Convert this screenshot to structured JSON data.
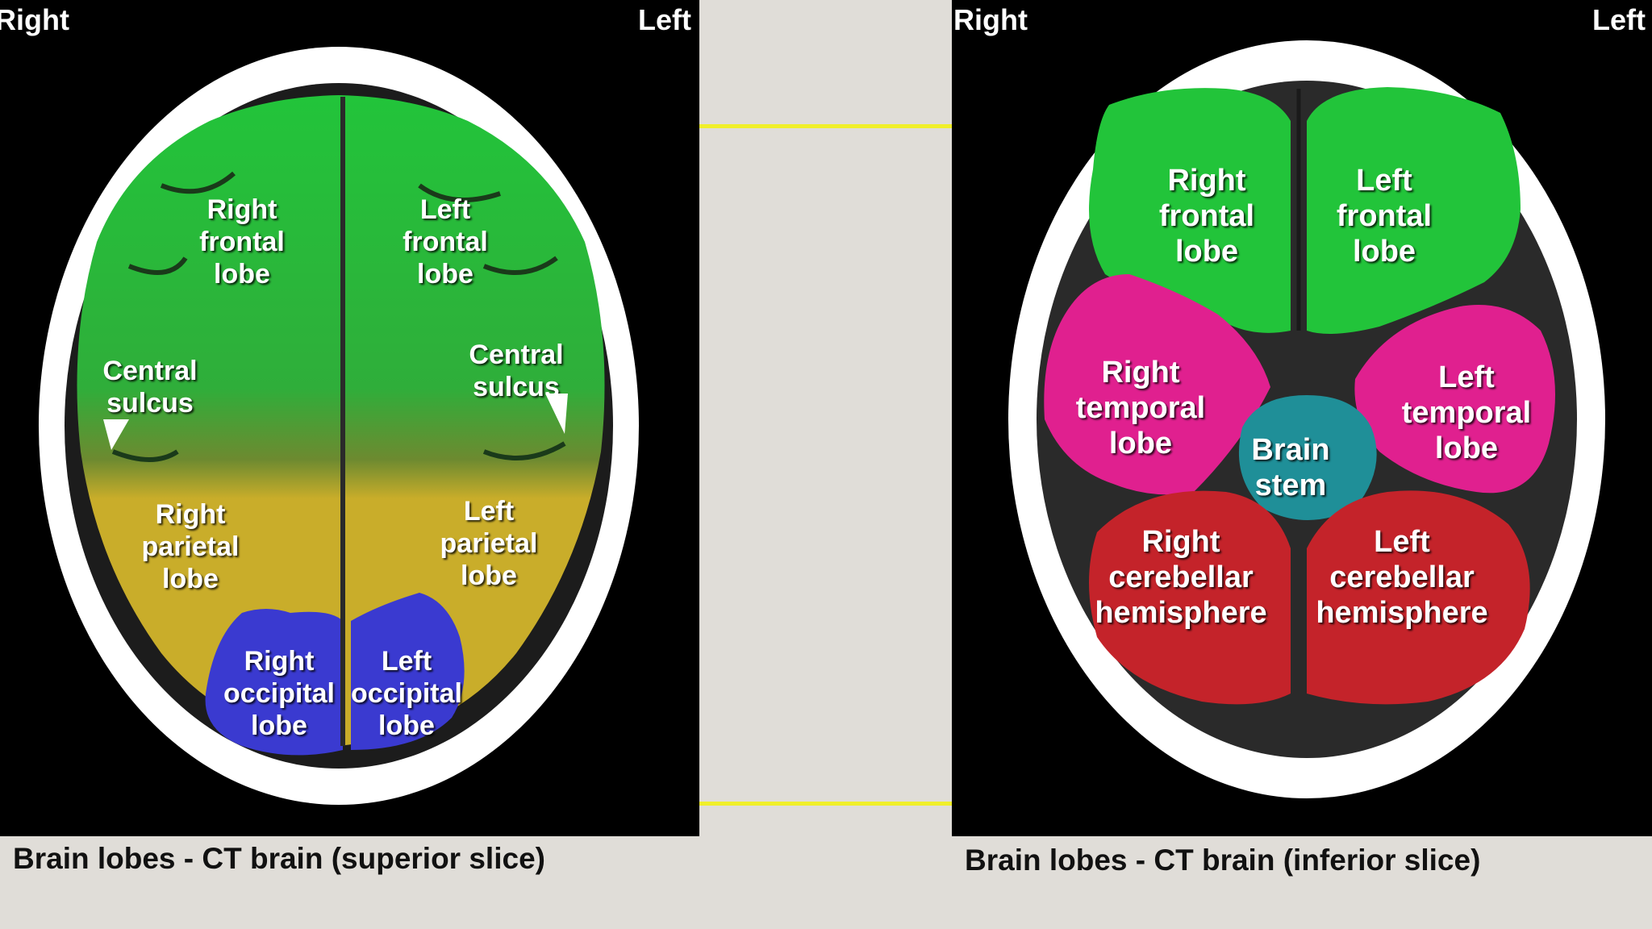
{
  "left_panel": {
    "right_label": "Right",
    "left_label": "Left",
    "regions": {
      "right_frontal": "Right\nfrontal\nlobe",
      "left_frontal": "Left\nfrontal\nlobe",
      "right_central": "Central\nsulcus",
      "left_central": "Central\nsulcus",
      "right_parietal": "Right\nparietal\nlobe",
      "left_parietal": "Left\nparietal\nlobe",
      "right_occipital": "Right\noccipital\nlobe",
      "left_occipital": "Left\noccipital\nlobe"
    },
    "caption": "Brain lobes - CT brain (superior slice)"
  },
  "right_panel": {
    "right_label": "Right",
    "left_label": "Left",
    "regions": {
      "right_frontal": "Right\nfrontal\nlobe",
      "left_frontal": "Left\nfrontal\nlobe",
      "right_temporal": "Right\ntemporal\nlobe",
      "left_temporal": "Left\ntemporal\nlobe",
      "brain_stem": "Brain\nstem",
      "right_cerebellar": "Right\ncerebellar\nhemisphere",
      "left_cerebellar": "Left\ncerebellar\nhemisphere"
    },
    "caption": "Brain lobes - CT brain (inferior slice)"
  },
  "colors": {
    "frontal": "#22c43a",
    "parietal": "#c9ad2a",
    "occipital": "#3a3ad0",
    "temporal": "#e0208f",
    "brain_stem": "#1f8f98",
    "cerebellar": "#c4232a",
    "connector": "#f0ef2a"
  }
}
